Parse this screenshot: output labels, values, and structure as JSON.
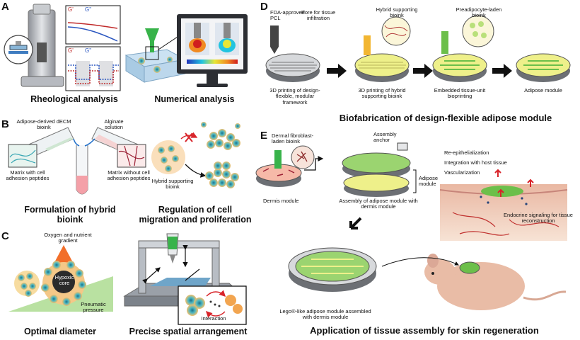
{
  "panels": {
    "A": {
      "letter": "A",
      "rheology_title": "Rheological analysis",
      "numerical_title": "Numerical analysis",
      "legend_top": {
        "g1": "G'",
        "g2": "G''"
      },
      "legend_bottom": {
        "g1": "G'",
        "g2": "G''"
      }
    },
    "B": {
      "letter": "B",
      "dECM_bioink": "Adipose-derived dECM bioink",
      "alginate": "Alginate solution",
      "matrix_with": "Matrix with cell adhesion peptides",
      "matrix_without": "Matrix without cell adhesion peptides",
      "formulation_title": "Formulation of hybrid bioink",
      "hybrid_bioink": "Hybrid supporting bioink",
      "regulation_title": "Regulation of cell migration and proliferation"
    },
    "C": {
      "letter": "C",
      "oxygen": "Oxygen and nutrient gradient",
      "hypoxic": "Hypoxic core",
      "pneumatic": "Pneumatic pressure",
      "diameter_title": "Optimal diameter",
      "interaction": "Interaction",
      "spatial_title": "Precise spatial arrangement"
    },
    "D": {
      "letter": "D",
      "pcl": "FDA-approved PCL",
      "pore": "Pore for tissue infiltration",
      "hybrid_bioink": "Hybrid supporting bioink",
      "preadipocyte": "Preadipocyte-laden bioink",
      "step1": "3D printing of design-flexible, modular framework",
      "step2": "3D printing of hybrid supporting bioink",
      "step3": "Embedded tissue-unit bioprinting",
      "step4": "Adipose module",
      "title": "Biofabrication of design-flexible adipose module"
    },
    "E": {
      "letter": "E",
      "fibroblast": "Dermal fibroblast-laden bioink",
      "anchor": "Assembly anchor",
      "adipose_module": "Adipose module",
      "dermis_module": "Dermis module",
      "assembly": "Assembly of adipose module with dermis module",
      "re_epi": "Re-epithelialization",
      "integration": "Integration with host tissue",
      "vascular": "Vascularization",
      "endocrine": "Endocrine signaling for tissue reconstruction",
      "lego": "Lego®-like adipose module assembled with dermis module",
      "title": "Application of tissue assembly for skin regeneration"
    }
  },
  "colors": {
    "cell_teal": "#3aa7b4",
    "cell_orange": "#f2a550",
    "red_arrow": "#d8242a",
    "yellow_gel": "#eef08a",
    "green_ink": "#6cbf4a"
  }
}
